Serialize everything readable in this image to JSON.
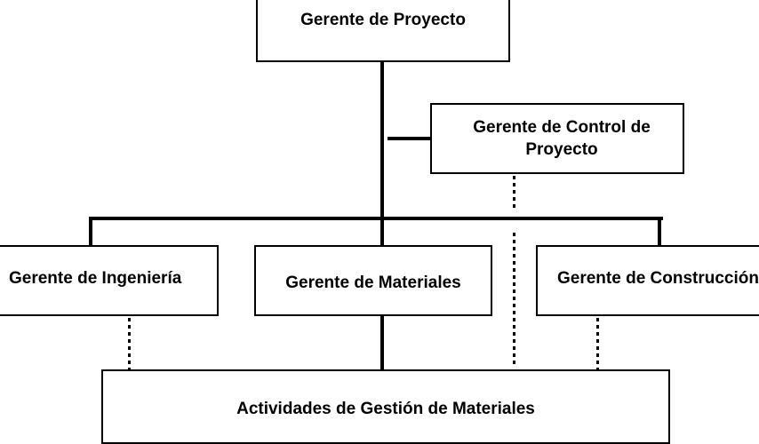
{
  "diagram": {
    "nodes": {
      "project_manager": "Gerente de Proyecto",
      "project_control_manager_line1": "Gerente de Control de",
      "project_control_manager_line2": "Proyecto",
      "engineering_manager": "Gerente de Ingeniería",
      "materials_manager": "Gerente de Materiales",
      "construction_manager": "Gerente de Construcción",
      "materials_management_activities": "Actividades de Gestión de Materiales"
    },
    "edges": [
      {
        "from": "project_manager",
        "to": "project_control_manager",
        "style": "solid"
      },
      {
        "from": "project_manager",
        "to": "engineering_manager",
        "style": "solid"
      },
      {
        "from": "project_manager",
        "to": "materials_manager",
        "style": "solid"
      },
      {
        "from": "project_manager",
        "to": "construction_manager",
        "style": "solid"
      },
      {
        "from": "materials_manager",
        "to": "materials_management_activities",
        "style": "solid"
      },
      {
        "from": "engineering_manager",
        "to": "materials_management_activities",
        "style": "dotted"
      },
      {
        "from": "construction_manager",
        "to": "materials_management_activities",
        "style": "dotted"
      },
      {
        "from": "project_control_manager",
        "to": "materials_management_activities",
        "style": "dotted"
      }
    ],
    "line_color": "#000000",
    "background": "#ffffff"
  }
}
